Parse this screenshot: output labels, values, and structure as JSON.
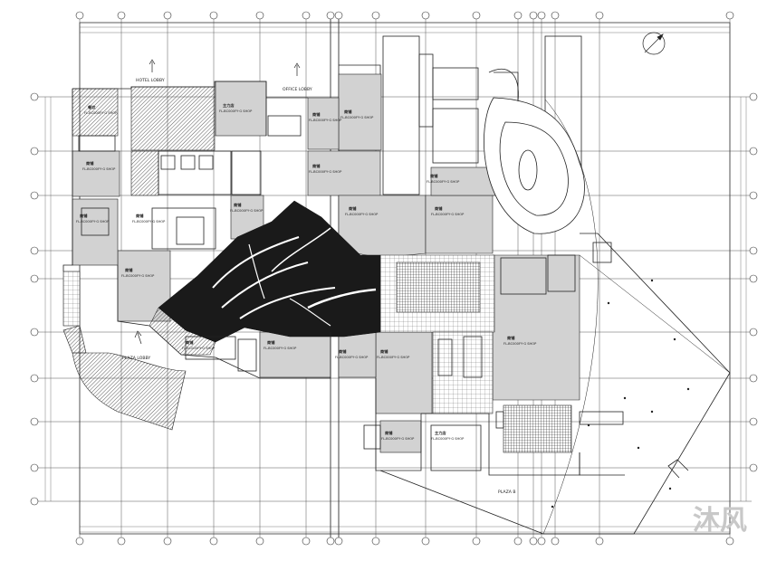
{
  "drawing": {
    "col_ticks": 17,
    "row_ticks": 10
  },
  "labels": {
    "hotel_lobby": "HOTEL LOBBY",
    "office_lobby": "OFFICE LOBBY",
    "plaza_lobby": "PLAZA LOBBY",
    "plaza_b": "PLAZA B"
  },
  "rooms": [
    {
      "id": "r1",
      "name": "餐饮",
      "sub": "FL-BC000FY·G  SHOP"
    },
    {
      "id": "r2",
      "name": "主力店",
      "sub": "FL-BC000FY·G  SHOP"
    },
    {
      "id": "r3",
      "name": "商铺",
      "sub": "FL-BC000FY·G  SHOP"
    },
    {
      "id": "r4",
      "name": "商铺",
      "sub": "FL-BC000FY·G  SHOP"
    },
    {
      "id": "r5",
      "name": "商铺",
      "sub": "FL-BC000FY·G  SHOP"
    },
    {
      "id": "r6",
      "name": "商铺",
      "sub": "FL-BC000FY·G  SHOP"
    },
    {
      "id": "r7",
      "name": "商铺",
      "sub": "FL-BC000FY·G  SHOP"
    },
    {
      "id": "r8",
      "name": "商铺",
      "sub": "FL-BC000FY·G  SHOP"
    },
    {
      "id": "r9",
      "name": "商铺",
      "sub": "FL-BC000FY·G  SHOP"
    },
    {
      "id": "r10",
      "name": "商铺",
      "sub": "FL-BC000FY·G  SHOP"
    },
    {
      "id": "r11",
      "name": "商铺",
      "sub": "FL-BC000FY·G  SHOP"
    },
    {
      "id": "r12",
      "name": "商铺",
      "sub": "FL-BC000FY·G  SHOP"
    },
    {
      "id": "r13",
      "name": "商铺",
      "sub": "FL-BC000FY·G  SHOP"
    },
    {
      "id": "r14",
      "name": "商铺",
      "sub": "FL-BC000FY·G  SHOP"
    },
    {
      "id": "r15",
      "name": "商铺",
      "sub": "FL-BC000FY·G  SHOP"
    },
    {
      "id": "r16",
      "name": "商铺",
      "sub": "FL-BC000FY·G  SHOP"
    },
    {
      "id": "r17",
      "name": "商铺",
      "sub": "FL-BC000FY·G  SHOP"
    },
    {
      "id": "r18",
      "name": "商铺",
      "sub": "FL-BC000FY·G  SHOP"
    },
    {
      "id": "r19",
      "name": "主力店",
      "sub": "FL-BC000FY·G  SHOP"
    },
    {
      "id": "r20",
      "name": "商铺",
      "sub": "FL-BC000FY·G  SHOP"
    }
  ],
  "watermark": "沐风"
}
